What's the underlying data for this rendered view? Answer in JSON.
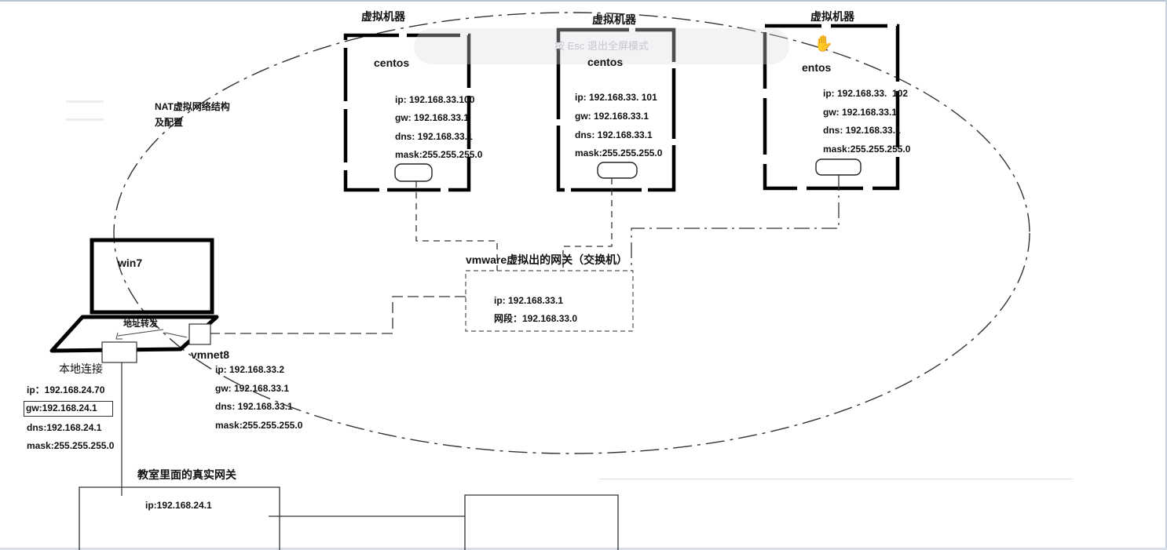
{
  "diagram": {
    "title": "NAT虚拟网络结构\n及配置",
    "fullscreen_hint": "按 Esc 退出全屏模式",
    "vms": [
      {
        "heading": "虚拟机器",
        "name": "centos",
        "ip": "ip: 192.168.33.100",
        "gw": "gw: 192.168.33.1",
        "dns": "dns: 192.168.33.1",
        "mask": "mask:255.255.255.0"
      },
      {
        "heading": "虚拟机器",
        "name": "centos",
        "ip": "ip: 192.168.33. 101",
        "gw": "gw: 192.168.33.1",
        "dns": "dns: 192.168.33.1",
        "mask": "mask:255.255.255.0"
      },
      {
        "heading": "虚拟机器",
        "name": "entos",
        "ip": "ip: 192.168.33.  102",
        "gw": "gw: 192.168.33.1",
        "dns": "dns: 192.168.33.1",
        "mask": "mask:255.255.255.0"
      }
    ],
    "switch": {
      "title": "vmware虚拟出的网关（交换机）",
      "ip": "ip: 192.168.33.1",
      "segment": "网段：192.168.33.0"
    },
    "host": {
      "name": "win7",
      "forward_label": "地址转发"
    },
    "local_conn": {
      "title": "本地连接",
      "ip": "ip：192.168.24.70",
      "gw": "gw:192.168.24.1",
      "dns": "dns:192.168.24.1",
      "mask": "mask:255.255.255.0"
    },
    "vmnet8": {
      "title": "vmnet8",
      "ip": "ip: 192.168.33.2",
      "gw": "gw: 192.168.33.1",
      "dns": "dns: 192.168.33.1",
      "mask": "mask:255.255.255.0"
    },
    "real_gateway": {
      "title": "教室里面的真实网关",
      "ip": "ip:192.168.24.1"
    }
  }
}
